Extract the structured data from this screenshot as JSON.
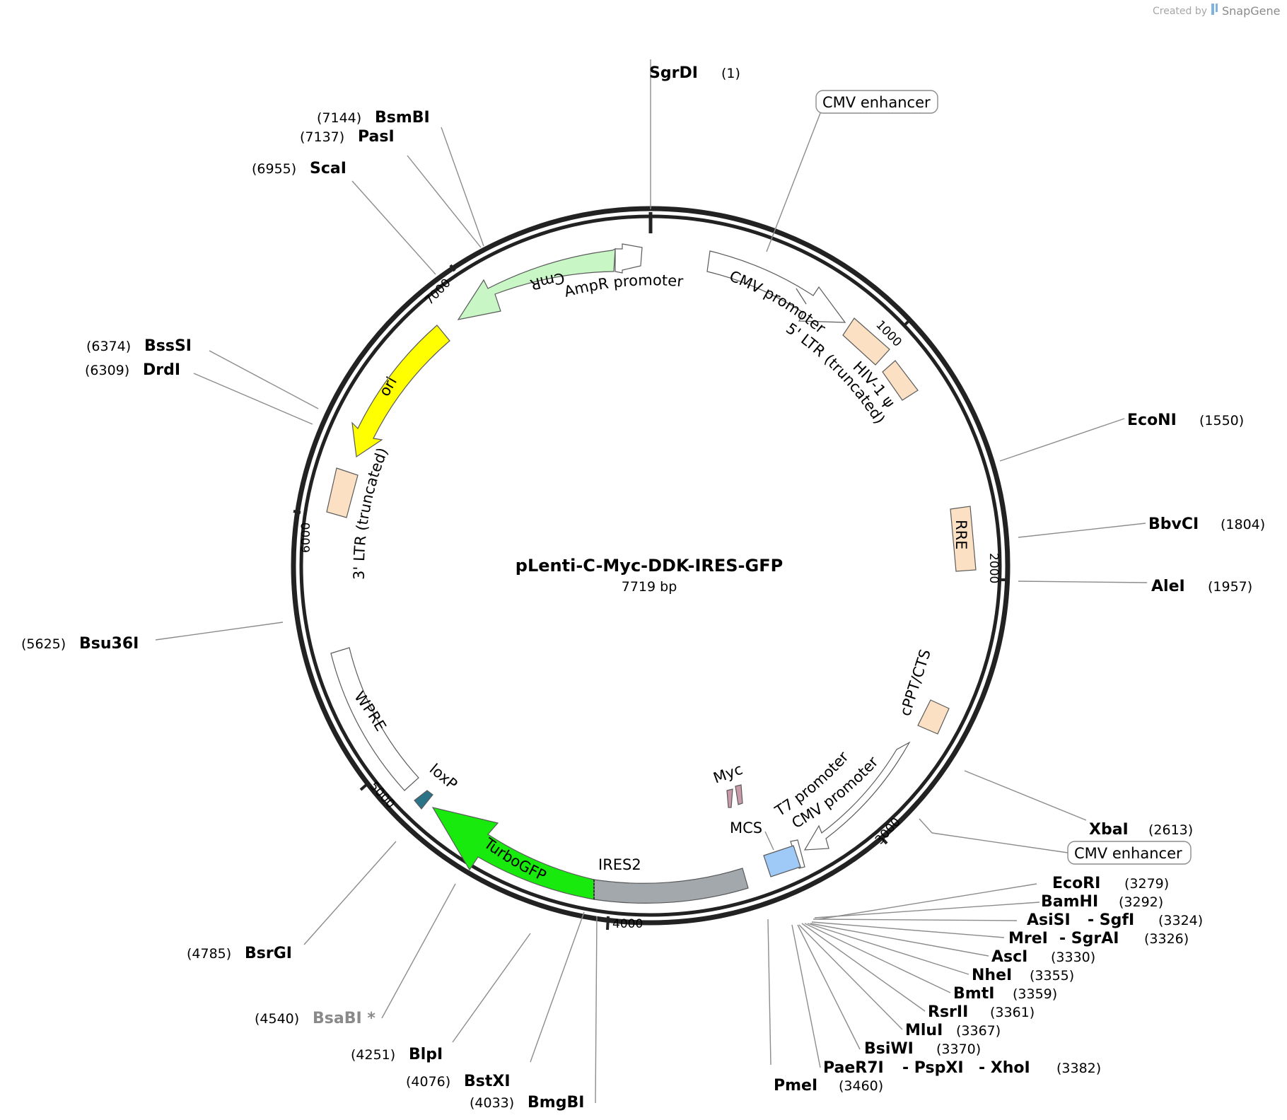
{
  "credit": {
    "prefix": "Created by",
    "brand": "SnapGene"
  },
  "plasmid": {
    "name": "pLenti-C-Myc-DDK-IRES-GFP",
    "length_label": "7719 bp",
    "length": 7719
  },
  "ticks": [
    {
      "pos": 1000,
      "label": "1000"
    },
    {
      "pos": 2000,
      "label": "2000"
    },
    {
      "pos": 3000,
      "label": "3000"
    },
    {
      "pos": 4000,
      "label": "4000"
    },
    {
      "pos": 5000,
      "label": "5000"
    },
    {
      "pos": 6000,
      "label": "6000"
    },
    {
      "pos": 7000,
      "label": "7000"
    }
  ],
  "sites": [
    {
      "name": "SgrDI",
      "pos": "(1)"
    },
    {
      "name": "EcoNI",
      "pos": "(1550)"
    },
    {
      "name": "BbvCI",
      "pos": "(1804)"
    },
    {
      "name": "AleI",
      "pos": "(1957)"
    },
    {
      "name": "XbaI",
      "pos": "(2613)"
    },
    {
      "name": "EcoRI",
      "pos": "(3279)"
    },
    {
      "name": "BamHI",
      "pos": "(3292)"
    },
    {
      "name": "AsiSI",
      "pos": ""
    },
    {
      "name": "- SgfI",
      "pos": "(3324)"
    },
    {
      "name": "MreI",
      "pos": ""
    },
    {
      "name": "- SgrAI",
      "pos": "(3326)"
    },
    {
      "name": "AscI",
      "pos": "(3330)"
    },
    {
      "name": "NheI",
      "pos": "(3355)"
    },
    {
      "name": "BmtI",
      "pos": "(3359)"
    },
    {
      "name": "RsrII",
      "pos": "(3361)"
    },
    {
      "name": "MluI",
      "pos": "(3367)"
    },
    {
      "name": "BsiWI",
      "pos": "(3370)"
    },
    {
      "name": "PaeR7I",
      "pos": ""
    },
    {
      "name": "- PspXI",
      "pos": ""
    },
    {
      "name": "- XhoI",
      "pos": "(3382)"
    },
    {
      "name": "PmeI",
      "pos": "(3460)"
    },
    {
      "name": "BmgBI",
      "pos": "(4033)"
    },
    {
      "name": "BstXI",
      "pos": "(4076)"
    },
    {
      "name": "BlpI",
      "pos": "(4251)"
    },
    {
      "name": "BsaBI *",
      "pos": "(4540)"
    },
    {
      "name": "BsrGI",
      "pos": "(4785)"
    },
    {
      "name": "Bsu36I",
      "pos": "(5625)"
    },
    {
      "name": "DrdI",
      "pos": "(6309)"
    },
    {
      "name": "BssSI",
      "pos": "(6374)"
    },
    {
      "name": "ScaI",
      "pos": "(6955)"
    },
    {
      "name": "PasI",
      "pos": "(7137)"
    },
    {
      "name": "BsmBI",
      "pos": "(7144)"
    }
  ],
  "features": [
    {
      "name": "CMV enhancer",
      "color": "#ffffff"
    },
    {
      "name": "CMV promoter",
      "color": "#ffffff"
    },
    {
      "name": "5' LTR (truncated)",
      "color": "#fbe0c3"
    },
    {
      "name": "HIV-1 ψ",
      "color": "#fbe0c3"
    },
    {
      "name": "RRE",
      "color": "#fbe0c3"
    },
    {
      "name": "cPPT/CTS",
      "color": "#fbe0c3"
    },
    {
      "name": "CMV promoter",
      "color": "#ffffff"
    },
    {
      "name": "T7 promoter",
      "color": "#ffffff"
    },
    {
      "name": "CMV enhancer",
      "color": "#ffffff"
    },
    {
      "name": "MCS",
      "color": "#9fcaf7"
    },
    {
      "name": "Myc",
      "color": "#c99aa8"
    },
    {
      "name": "IRES2",
      "color": "#a3a8ad"
    },
    {
      "name": "TurboGFP",
      "color": "#17ea0c"
    },
    {
      "name": "loxP",
      "color": "#2b7488"
    },
    {
      "name": "WPRE",
      "color": "#ffffff"
    },
    {
      "name": "3' LTR (truncated)",
      "color": "#fbe0c3"
    },
    {
      "name": "ori",
      "color": "#ffff00"
    },
    {
      "name": "CmR",
      "color": "#c8f7c5"
    },
    {
      "name": "AmpR promoter",
      "color": "#ffffff"
    }
  ]
}
